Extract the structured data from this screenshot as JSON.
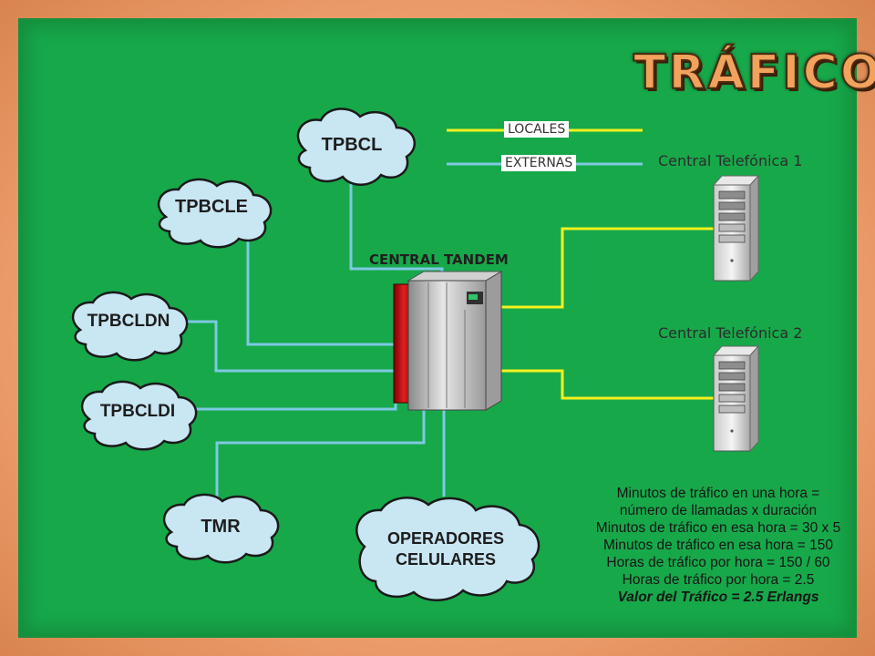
{
  "title": "TRÁFICO",
  "legend": {
    "local": "LOCALES",
    "external": "EXTERNAS"
  },
  "clouds": {
    "tpbcl": "TPBCL",
    "tpbcle": "TPBCLE",
    "tpbcldn": "TPBCLDN",
    "tpbcldi": "TPBCLDI",
    "tmr": "TMR",
    "operadores_line1": "OPERADORES",
    "operadores_line2": "CELULARES"
  },
  "central_tandem": "CENTRAL TANDEM",
  "centrals": {
    "c1": "Central Telefónica 1",
    "c2": "Central Telefónica 2"
  },
  "formula": [
    "Minutos de tráfico en una hora =",
    "número de llamadas x duración",
    "Minutos de tráfico en esa hora = 30 x 5",
    "Minutos de tráfico en esa hora = 150",
    "Horas de tráfico por hora = 150 / 60",
    "Horas de tráfico por hora = 2.5",
    "Valor del Tráfico = 2.5 Erlangs"
  ],
  "colors": {
    "local_line": "#f5f01e",
    "external_line": "#7ec9e2",
    "board": "#17a84a",
    "cloud": "#c9e6f3"
  }
}
